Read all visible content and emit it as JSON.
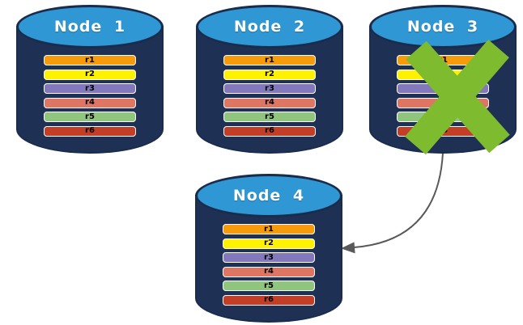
{
  "diagram": {
    "type": "database-replication-failover",
    "background": "#FFFFFF"
  },
  "colors": {
    "cylinder_body": "#1E3154",
    "cylinder_top": "#2E97D4",
    "cylinder_outline": "#1A2C4C",
    "row_border": "#FFFFFF",
    "row_text": "#000000",
    "title_text": "#FFFFFF",
    "x_mark": "#7EBB2F",
    "arrow": "#595959"
  },
  "arrow": {
    "from": "Node 3",
    "to": "Node 4",
    "style": "curved",
    "color": "#595959"
  },
  "nodes": [
    {
      "label": "Node 1",
      "failed": false,
      "rows": [
        {
          "label": "r1",
          "color": "#F79B0B"
        },
        {
          "label": "r2",
          "color": "#FFF200"
        },
        {
          "label": "r3",
          "color": "#8478BC"
        },
        {
          "label": "r4",
          "color": "#DE7663"
        },
        {
          "label": "r5",
          "color": "#90C57D"
        },
        {
          "label": "r6",
          "color": "#C23E27"
        }
      ]
    },
    {
      "label": "Node 2",
      "failed": false,
      "rows": [
        {
          "label": "r1",
          "color": "#F79B0B"
        },
        {
          "label": "r2",
          "color": "#FFF200"
        },
        {
          "label": "r3",
          "color": "#8478BC"
        },
        {
          "label": "r4",
          "color": "#DE7663"
        },
        {
          "label": "r5",
          "color": "#90C57D"
        },
        {
          "label": "r6",
          "color": "#C23E27"
        }
      ]
    },
    {
      "label": "Node 3",
      "failed": true,
      "rows": [
        {
          "label": "r1",
          "color": "#F79B0B"
        },
        {
          "label": "r2",
          "color": "#FFF200"
        },
        {
          "label": "r3",
          "color": "#8478BC"
        },
        {
          "label": "r4",
          "color": "#DE7663"
        },
        {
          "label": "r5",
          "color": "#90C57D"
        },
        {
          "label": "r6",
          "color": "#C23E27"
        }
      ]
    },
    {
      "label": "Node 4",
      "failed": false,
      "rows": [
        {
          "label": "r1",
          "color": "#F79B0B"
        },
        {
          "label": "r2",
          "color": "#FFF200"
        },
        {
          "label": "r3",
          "color": "#8478BC"
        },
        {
          "label": "r4",
          "color": "#DE7663"
        },
        {
          "label": "r5",
          "color": "#90C57D"
        },
        {
          "label": "r6",
          "color": "#C23E27"
        }
      ]
    }
  ]
}
